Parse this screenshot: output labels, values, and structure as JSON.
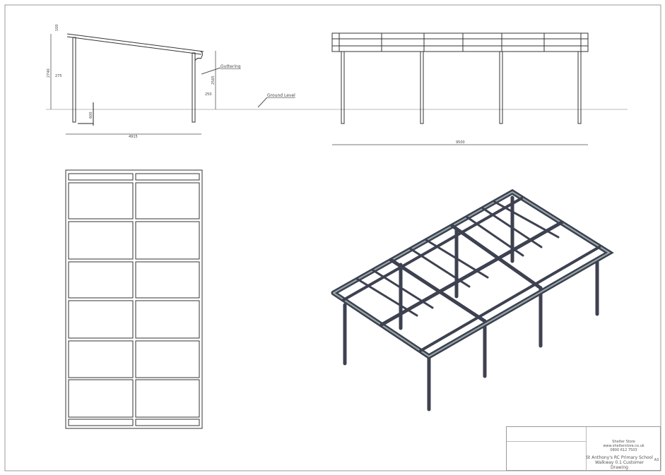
{
  "side_view": {
    "dims": {
      "top_rise": "100",
      "left_height": "2740",
      "left_offset": "275",
      "right_height": "2565",
      "right_offset": "250",
      "foundation": "600",
      "width": "4915"
    },
    "labels": {
      "guttering": "Guttering",
      "ground": "Ground Level"
    }
  },
  "front_view": {
    "dims": {
      "length": "9500"
    }
  },
  "title_block": {
    "company": "Shelter Store",
    "website": "www.shelterstore.co.uk",
    "phone": "0800 612 7503",
    "project": "St Anthony's RC Primary School",
    "drawing": "Walkway 0.1 Customer Drawing",
    "size": "A3"
  },
  "colors": {
    "line": "#333333",
    "frame": "#5a5f6e"
  }
}
